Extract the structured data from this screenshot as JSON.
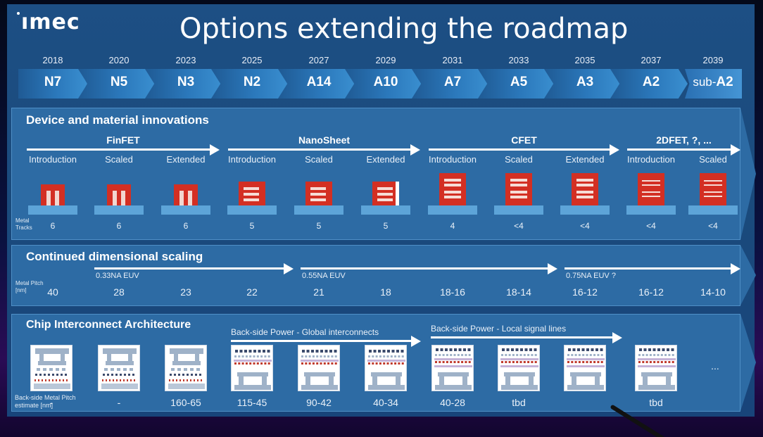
{
  "header": {
    "logo": "ımec",
    "title": "Options extending the roadmap"
  },
  "colors": {
    "panel": "#2d6ba4",
    "device_red": "#d32f23",
    "device_base": "#5da4d8",
    "chevron": "#2b78bb"
  },
  "timeline": [
    {
      "year": "2018",
      "node": "N7"
    },
    {
      "year": "2020",
      "node": "N5"
    },
    {
      "year": "2023",
      "node": "N3"
    },
    {
      "year": "2025",
      "node": "N2"
    },
    {
      "year": "2027",
      "node": "A14"
    },
    {
      "year": "2029",
      "node": "A10"
    },
    {
      "year": "2031",
      "node": "A7"
    },
    {
      "year": "2033",
      "node": "A5"
    },
    {
      "year": "2035",
      "node": "A3"
    },
    {
      "year": "2037",
      "node": "A2"
    },
    {
      "year": "2039",
      "node_prefix": "sub-",
      "node": "A2"
    }
  ],
  "device": {
    "heading": "Device and material innovations",
    "technologies": [
      "FinFET",
      "NanoSheet",
      "CFET",
      "2DFET, ?, ..."
    ],
    "phases": [
      "Introduction",
      "Scaled",
      "Extended",
      "Introduction",
      "Scaled",
      "Extended",
      "Introduction",
      "Scaled",
      "Extended",
      "Introduction",
      "Scaled"
    ],
    "metal_tracks_label": [
      "Metal",
      "Tracks"
    ],
    "metal_tracks": [
      "6",
      "6",
      "6",
      "5",
      "5",
      "5",
      "4",
      "<4",
      "<4",
      "<4",
      "<4"
    ]
  },
  "scaling": {
    "heading": "Continued dimensional scaling",
    "euv": [
      "0.33NA EUV",
      "0.55NA EUV",
      "0.75NA EUV ?"
    ],
    "pitch_label": [
      "Metal Pitch",
      "[nm]"
    ],
    "pitch": [
      "40",
      "28",
      "23",
      "22",
      "21",
      "18",
      "18-16",
      "18-14",
      "16-12",
      "16-12",
      "14-10"
    ]
  },
  "interconnect": {
    "heading": "Chip Interconnect Architecture",
    "bsp_global": "Back-side Power - Global interconnects",
    "bsp_local": "Back-side Power - Local signal lines",
    "pitch_label": [
      "Back-side Metal Pitch",
      "estimate [nm]"
    ],
    "ellipsis": "...",
    "values": [
      "-",
      "-",
      "160-65",
      "115-45",
      "90-42",
      "40-34",
      "40-28",
      "tbd",
      "tbd"
    ]
  }
}
